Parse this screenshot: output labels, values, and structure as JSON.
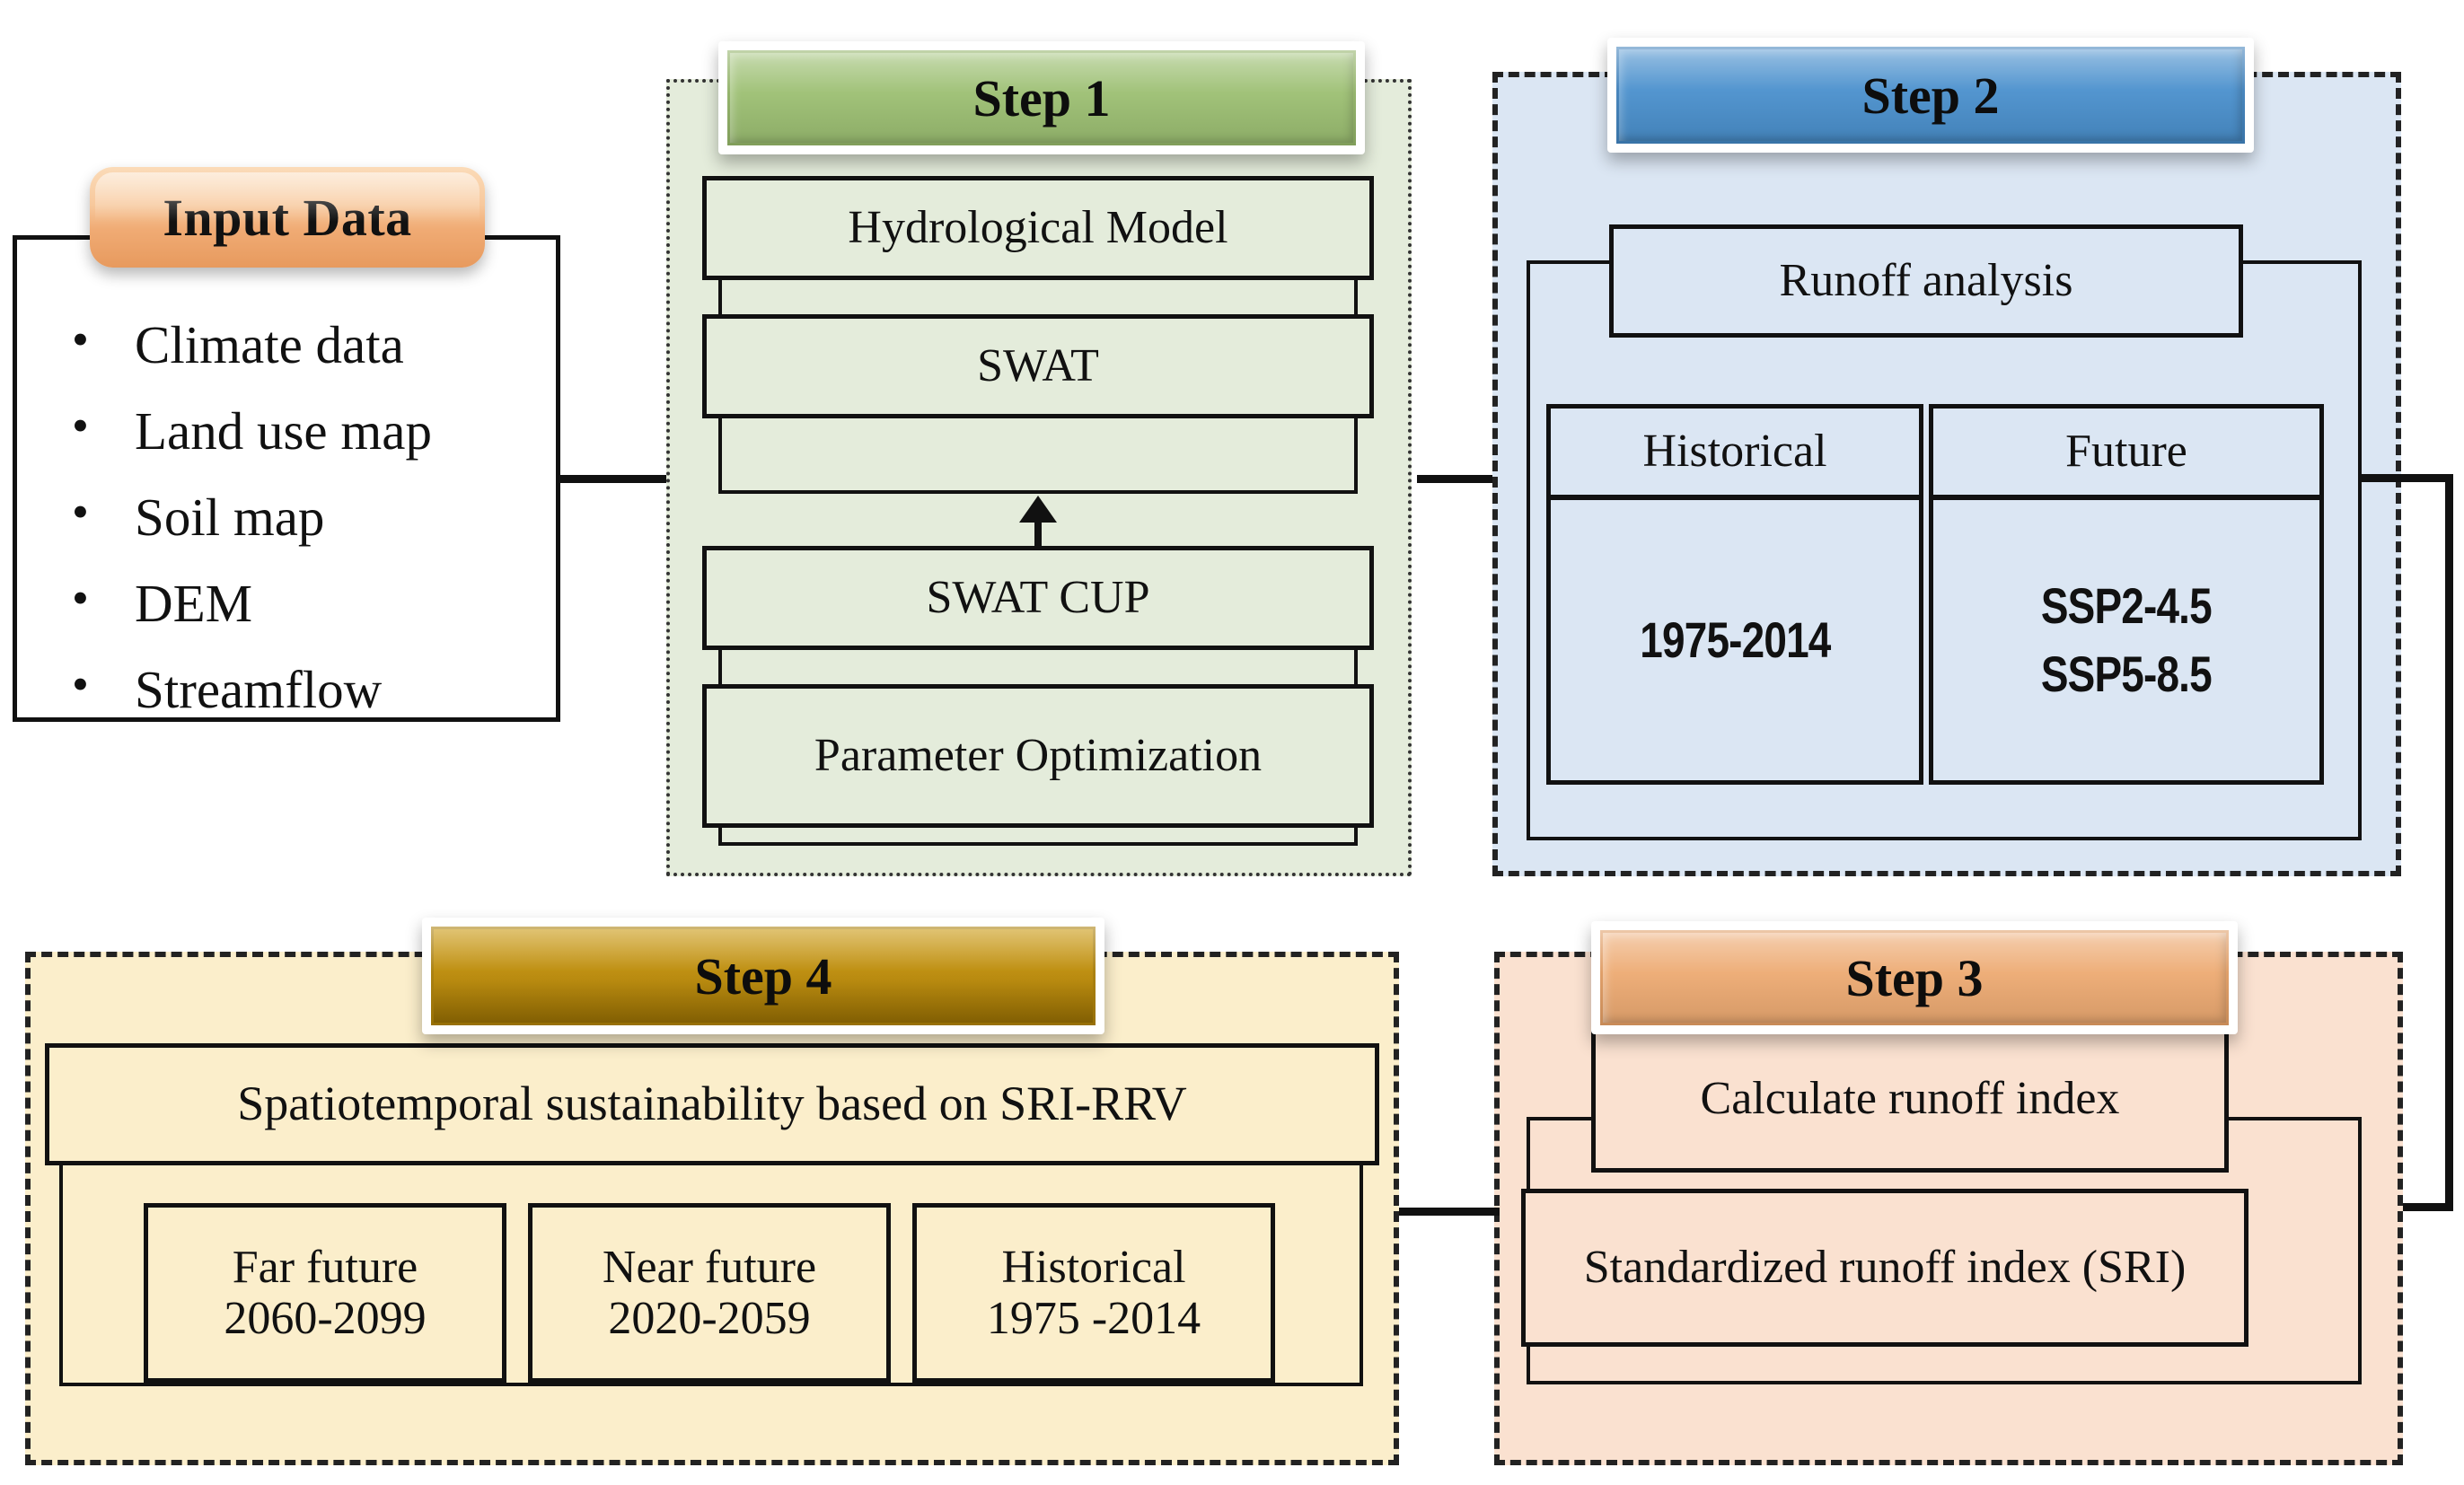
{
  "figure": {
    "title": "Methodology flowchart",
    "colors": {
      "step1_badge": "#9cbf72",
      "step1_panel": "#e4ecdb",
      "step2_badge": "#4a90cd",
      "step2_panel": "#dbe6f3",
      "step3_badge": "#edaa72",
      "step3_panel": "#fae1d0",
      "step4_badge": "#b88705",
      "step4_panel": "#fbeecb",
      "input_badge": "#f0ab74",
      "line": "#111111"
    }
  },
  "input": {
    "badge_label": "Input Data",
    "items": [
      "Climate data",
      "Land use map",
      "Soil map",
      "DEM",
      "Streamflow"
    ]
  },
  "step1": {
    "badge_label": "Step 1",
    "group_top": {
      "header": "Hydrological Model",
      "body": "SWAT"
    },
    "group_bottom": {
      "header": "SWAT CUP",
      "body": "Parameter Optimization"
    }
  },
  "step2": {
    "badge_label": "Step 2",
    "header": "Runoff analysis",
    "table": {
      "columns": [
        "Historical",
        "Future"
      ],
      "cells": [
        "1975-2014",
        "SSP2-4.5\nSSP5-8.5"
      ],
      "future_lines": [
        "SSP2-4.5",
        "SSP5-8.5"
      ]
    }
  },
  "step3": {
    "badge_label": "Step 3",
    "top_box": "Calculate runoff index",
    "bottom_box": "Standardized runoff index (SRI)"
  },
  "step4": {
    "badge_label": "Step 4",
    "header": "Spatiotemporal sustainability based on SRI-RRV",
    "periods": [
      {
        "name": "Far future",
        "range": "2060-2099"
      },
      {
        "name": "Near future",
        "range": "2020-2059"
      },
      {
        "name": "Historical",
        "range": "1975 -2014"
      }
    ]
  },
  "connectors": {
    "input_to_step1": "arrow-right",
    "step1_to_step2": "arrow-right",
    "step2_to_step3": "arrow-left-via-right-rail",
    "step3_to_step4": "arrow-left",
    "swatcup_to_swat": "arrow-up"
  }
}
